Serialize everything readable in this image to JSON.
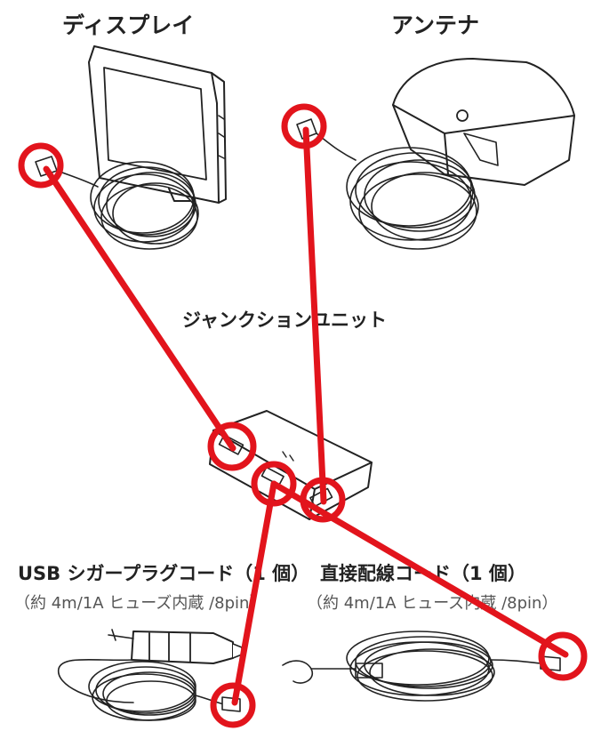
{
  "labels": {
    "display": "ディスプレイ",
    "antenna": "アンテナ",
    "junction_unit": "ジャンクションユニット",
    "usb_cord_title": "USB シガープラグコード（1 個）",
    "usb_cord_spec": "（約 4m/1A ヒューズ内蔵 /8pin）",
    "direct_cord_title": "直接配線コード（1 個）",
    "direct_cord_spec": "（約 4m/1A ヒューズ内蔵 /8pin）"
  },
  "colors": {
    "highlight": "#e2141c",
    "line_art": "#222222"
  },
  "icons": [
    "display-icon",
    "antenna-icon",
    "junction-unit-icon",
    "cigar-plug-icon",
    "direct-wiring-icon"
  ]
}
